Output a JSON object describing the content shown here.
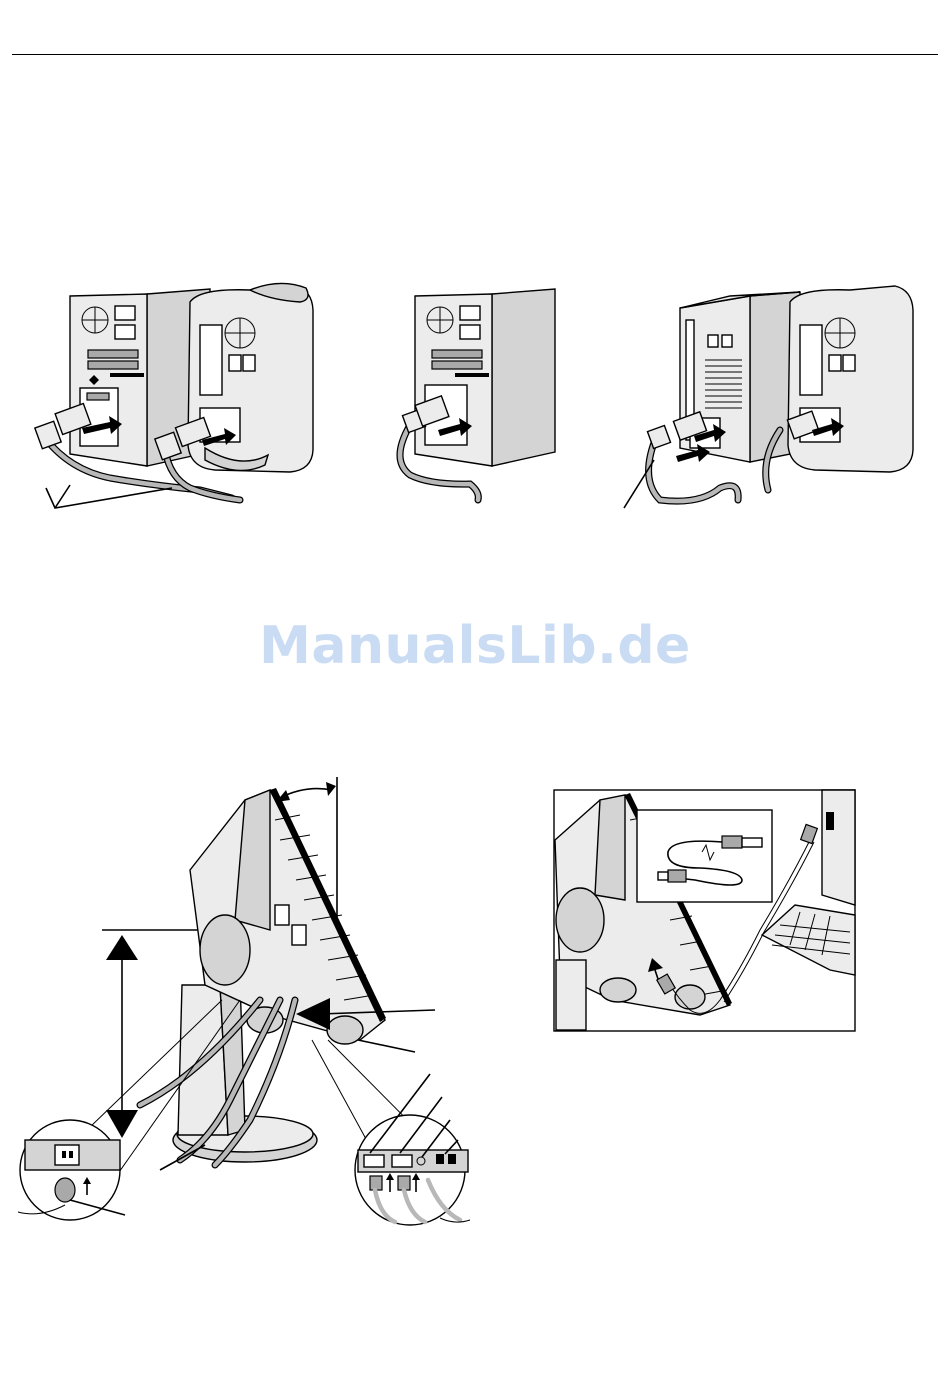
{
  "watermark": "ManualsLib.de",
  "figures": {
    "fig1": "computer-and-mac-with-adapters",
    "fig2": "pc-with-dvi-cable",
    "fig3": "pc-and-mac-dvi-cable",
    "fig4": "monitor-rear-cable-connection",
    "fig5": "usb-connection-inset"
  },
  "colors": {
    "watermark": "#c9dcf3",
    "line_art": "#000000",
    "fill_light": "#ececec",
    "fill_mid": "#d4d4d4"
  }
}
